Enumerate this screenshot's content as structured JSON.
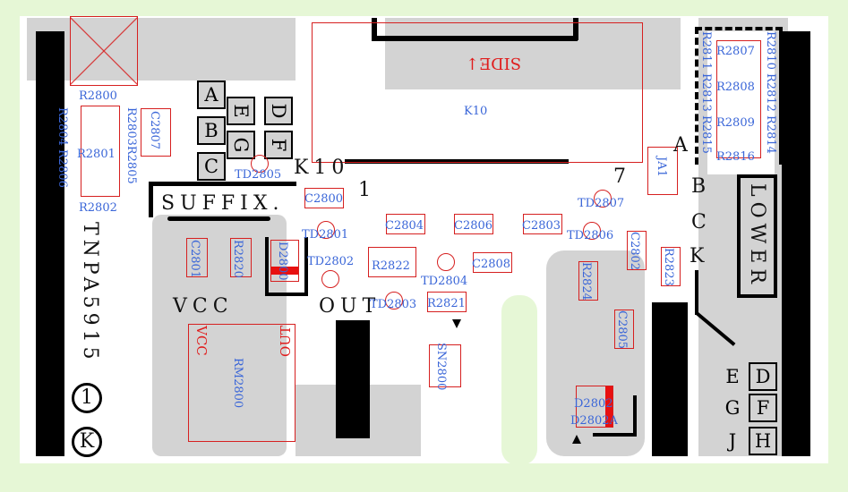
{
  "silk": {
    "suffix": "SUFFIX.",
    "k10": "K10",
    "pin1": "1",
    "pin7": "7",
    "vcc": "VCC",
    "out": "OUT",
    "part_no": "TNPA5915",
    "circle1": "1",
    "circleK": "K",
    "lower": "LOWER",
    "side": "SIDE↓",
    "vcc_red": "VCC",
    "out_red": "OUT",
    "left_cells": [
      "A",
      "B",
      "C",
      "E",
      "D",
      "G",
      "F"
    ],
    "right_letters": [
      "A",
      "B",
      "C",
      "K"
    ],
    "bottom_cells": [
      "E",
      "D",
      "G",
      "F",
      "J",
      "H"
    ]
  },
  "refs": {
    "R2800": "R2800",
    "R2801": "R2801",
    "R2802": "R2802",
    "R2804_R2806": "R2804 R2806",
    "R2803_R2805": "R2803R2805",
    "C2807": "C2807",
    "TD2805": "TD2805",
    "C2800": "C2800",
    "TD2801": "TD2801",
    "TD2802": "TD2802",
    "C2804": "C2804",
    "C2806": "C2806",
    "C2803": "C2803",
    "TD2807": "TD2807",
    "TD2806": "TD2806",
    "R2822": "R2822",
    "TD2804": "TD2804",
    "C2808": "C2808",
    "TD2803": "TD2803",
    "R2821": "R2821",
    "C2801": "C2801",
    "R2820": "R2820",
    "D2800": "D2800",
    "C2802": "C2802",
    "R2824": "R2824",
    "R2823": "R2823",
    "C2805": "C2805",
    "SN2800": "SN2800",
    "D2802": "D2802",
    "D2802A": "D2802A",
    "RM2800": "RM2800",
    "K10": "K10",
    "JA1": "JA1",
    "R2807": "R2807",
    "R2808": "R2808",
    "R2809": "R2809",
    "R2816": "R2816",
    "R2811_R2813_R2815": "R2811 R2813 R2815",
    "R2810_R2812_R2814": "R2810 R2812 R2814"
  }
}
